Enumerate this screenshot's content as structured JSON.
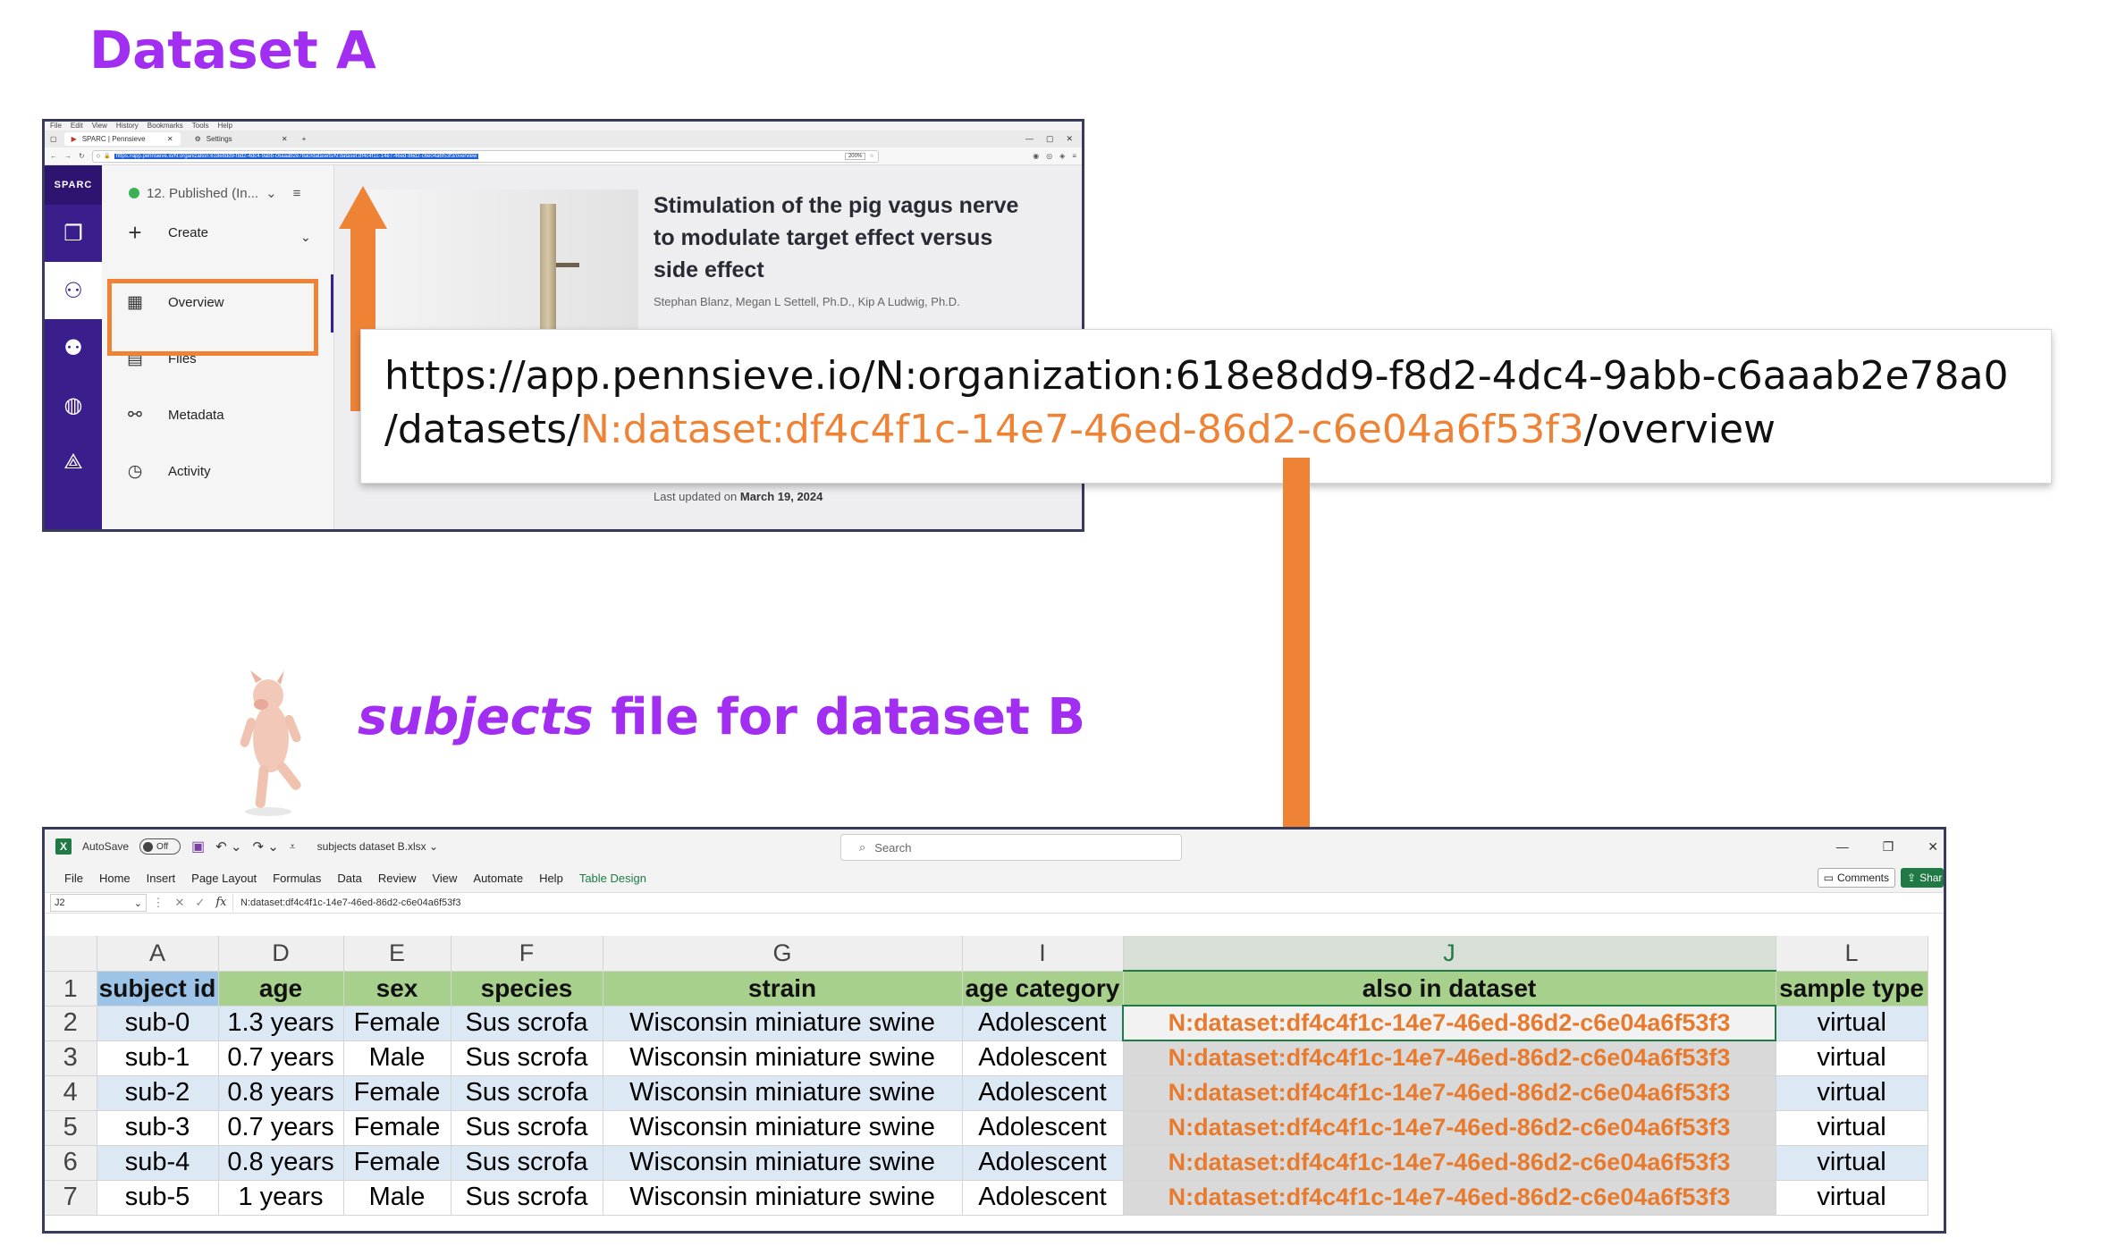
{
  "headings": {
    "dataset_a": "Dataset A",
    "dataset_b_italic": "subjects",
    "dataset_b_rest": " file for dataset B"
  },
  "browser": {
    "menu": [
      "File",
      "Edit",
      "View",
      "History",
      "Bookmarks",
      "Tools",
      "Help"
    ],
    "tabs": [
      "SPARC | Pennsieve",
      "Settings"
    ],
    "url": "https://app.pennsieve.io/N:organization:618e8dd9-f8d2-4dc4-9abb-c6aaab2e78a0/datasets/N:dataset:df4c4f1c-14e7-46ed-86d2-c6e04a6f53f3/overview",
    "zoom": "200%",
    "logo": "SPARC",
    "status": "12. Published (In...",
    "nav": {
      "create": "Create",
      "overview": "Overview",
      "files": "Files",
      "metadata": "Metadata",
      "activity": "Activity"
    },
    "dataset_title": "Stimulation of the pig vagus nerve to modulate target effect versus side effect",
    "authors": "Stephan Blanz, Megan L Settell, Ph.D., Kip A Ludwig, Ph.D.",
    "updated_prefix": "Last updated on ",
    "updated_date": "March 19, 2024"
  },
  "callout": {
    "line1": "https://app.pennsieve.io/N:organization:618e8dd9-f8d2-4dc4-9abb-c6aaab2e78a0",
    "line2_prefix": "/datasets/",
    "line2_highlight": "N:dataset:df4c4f1c-14e7-46ed-86d2-c6e04a6f53f3",
    "line2_suffix": "/overview"
  },
  "excel": {
    "autosave": "AutoSave",
    "autosave_state": "Off",
    "filename": "subjects dataset B.xlsx",
    "search": "Search",
    "ribbon": [
      "File",
      "Home",
      "Insert",
      "Page Layout",
      "Formulas",
      "Data",
      "Review",
      "View",
      "Automate",
      "Help",
      "Table Design"
    ],
    "comments": "Comments",
    "share": "Share",
    "namebox": "J2",
    "formula": "N:dataset:df4c4f1c-14e7-46ed-86d2-c6e04a6f53f3",
    "columns": [
      "A",
      "D",
      "E",
      "F",
      "G",
      "I",
      "J",
      "L"
    ],
    "header": [
      "subject id",
      "age",
      "sex",
      "species",
      "strain",
      "age category",
      "also in dataset",
      "sample type"
    ],
    "rows": [
      {
        "n": "2",
        "cells": [
          "sub-0",
          "1.3 years",
          "Female",
          "Sus scrofa",
          "Wisconsin miniature swine",
          "Adolescent",
          "N:dataset:df4c4f1c-14e7-46ed-86d2-c6e04a6f53f3",
          "virtual"
        ]
      },
      {
        "n": "3",
        "cells": [
          "sub-1",
          "0.7 years",
          "Male",
          "Sus scrofa",
          "Wisconsin miniature swine",
          "Adolescent",
          "N:dataset:df4c4f1c-14e7-46ed-86d2-c6e04a6f53f3",
          "virtual"
        ]
      },
      {
        "n": "4",
        "cells": [
          "sub-2",
          "0.8 years",
          "Female",
          "Sus scrofa",
          "Wisconsin miniature swine",
          "Adolescent",
          "N:dataset:df4c4f1c-14e7-46ed-86d2-c6e04a6f53f3",
          "virtual"
        ]
      },
      {
        "n": "5",
        "cells": [
          "sub-3",
          "0.7 years",
          "Female",
          "Sus scrofa",
          "Wisconsin miniature swine",
          "Adolescent",
          "N:dataset:df4c4f1c-14e7-46ed-86d2-c6e04a6f53f3",
          "virtual"
        ]
      },
      {
        "n": "6",
        "cells": [
          "sub-4",
          "0.8 years",
          "Female",
          "Sus scrofa",
          "Wisconsin miniature swine",
          "Adolescent",
          "N:dataset:df4c4f1c-14e7-46ed-86d2-c6e04a6f53f3",
          "virtual"
        ]
      },
      {
        "n": "7",
        "cells": [
          "sub-5",
          "1 years",
          "Male",
          "Sus scrofa",
          "Wisconsin miniature swine",
          "Adolescent",
          "N:dataset:df4c4f1c-14e7-46ed-86d2-c6e04a6f53f3",
          "virtual"
        ]
      }
    ]
  },
  "colors": {
    "heading": "#a12ef0",
    "accent_orange": "#ee8336",
    "rail_purple": "#3a1e8c",
    "excel_green": "#1f7a45"
  }
}
